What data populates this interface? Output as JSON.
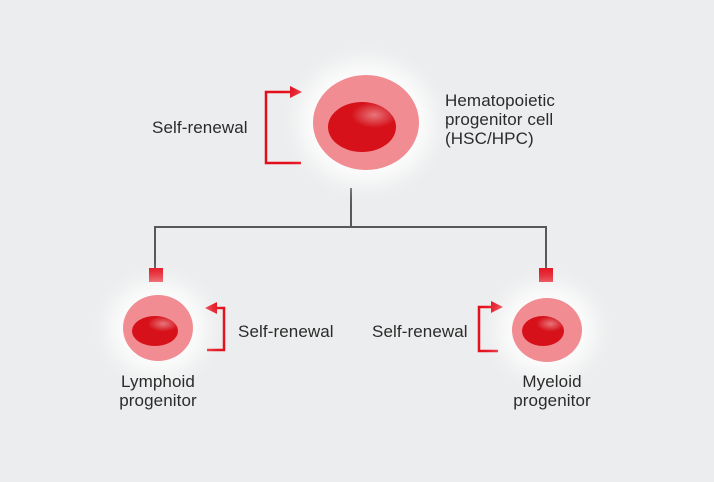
{
  "colors": {
    "background": "#ECEDEE",
    "accent_red": "#E30E1B",
    "cell_outer_pink": "#F08C92",
    "cell_nucleus_red": "#D6111A",
    "connector_gray": "#58585B",
    "text_dark": "#2B2B2B"
  },
  "nodes": {
    "hsc": {
      "label_lines": [
        "Hematopoietic",
        "progenitor cell",
        "(HSC/HPC)"
      ],
      "self_renewal_label": "Self-renewal"
    },
    "lymphoid": {
      "label_lines": [
        "Lymphoid",
        "progenitor"
      ],
      "self_renewal_label": "Self-renewal"
    },
    "myeloid": {
      "label_lines": [
        "Myeloid",
        "progenitor"
      ],
      "self_renewal_label": "Self-renewal"
    }
  },
  "icons": {
    "self_renewal_loop": "loop-arrow",
    "branch_node": "red-square"
  }
}
